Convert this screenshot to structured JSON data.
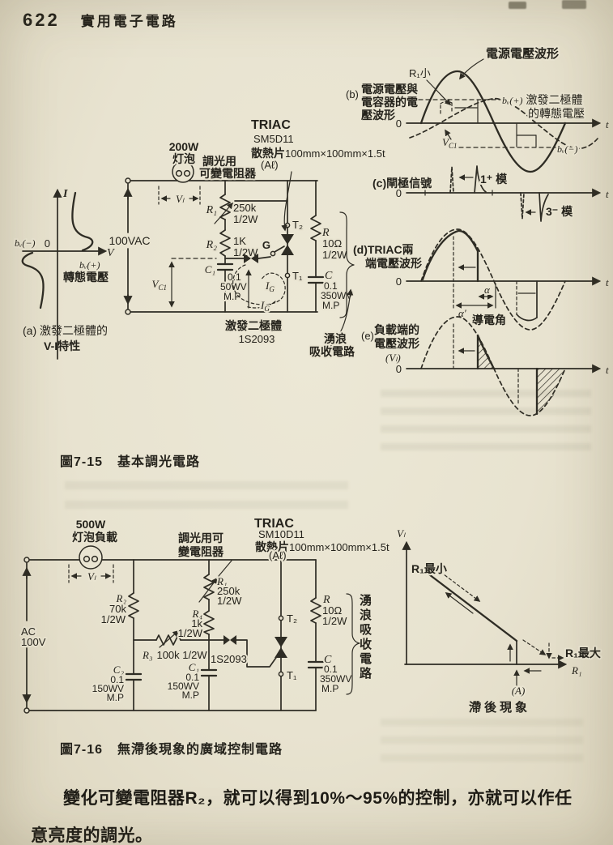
{
  "header": {
    "page_number": "622",
    "book_title": "實用電子電路"
  },
  "fig15": {
    "caption_label": "圖7-15",
    "caption_text": "基本調光電路",
    "graph_a": {
      "i_axis": "I",
      "v_axis": "V",
      "zero": "0",
      "bv_neg": "bᵥ(−)",
      "bv_pos": "bᵥ(+)",
      "bv_note": "轉態電壓",
      "caption_line1": "(a) 激發二極體的",
      "caption_line2": "V-I特性"
    },
    "circuit": {
      "source": "100VAC",
      "lamp_power": "200W",
      "lamp_name": "灯泡",
      "dimmer_line1": "調光用",
      "dimmer_line2": "可變電阻器",
      "vl": "Vₗ",
      "triac_title": "TRIAC",
      "triac_model": "SM5D11",
      "heatsink_cjk": "散熱片",
      "heatsink_dims": "100mm×100mm×1.5t",
      "heatsink_metal": "(Aℓ)",
      "r1": "R₁",
      "r1_val": "250k",
      "r1_w": "1/2W",
      "r2": "R₂",
      "r2_val": "1K",
      "r2_w": "1/2W",
      "c1": "C₁",
      "c1_val": "0.1",
      "c1_wv": "50WV",
      "c1_mp": "M.P",
      "vc1_base": "V",
      "vc1_sub": "C1",
      "gate": "G",
      "t2": "T₂",
      "t1": "T₁",
      "ig_base": "I",
      "ig_sub": "G",
      "snub_r": "R",
      "snub_r_val": "10Ω",
      "snub_r_w": "1/2W",
      "snub_c": "C",
      "snub_c_val": "0.1",
      "snub_c_wv": "350WV",
      "snub_c_mp": "M.P",
      "diac_name": "激發二極體",
      "diac_model": "1S2093",
      "surge_line1": "湧浪",
      "surge_line2": "吸收電路"
    },
    "wave_b": {
      "tag": "(b)",
      "label_line1": "電源電壓與",
      "label_line2": "電容器的電",
      "label_line3": "壓波形",
      "title": "電源電壓波形",
      "r1_small": "R₁小",
      "bv_pos": "bᵥ(+)",
      "bv_pos_cjk": "激發二極體",
      "bv_pos_line2": "的轉態電壓",
      "bv_neg": "bᵥ(−)",
      "vc1_base": "V",
      "vc1_sub": "C1",
      "zero": "0",
      "t": "t"
    },
    "wave_c": {
      "label": "(c)閘極信號",
      "mode_pos": "1⁺ 模",
      "mode_neg": "3⁻ 模",
      "zero": "0",
      "t": "t"
    },
    "wave_d": {
      "label_line1": "(d)TRIAC兩",
      "label_line2": "端電壓波形",
      "alpha_prime": "α′",
      "alpha": "α",
      "conduction": "導電角",
      "zero": "0",
      "t": "t"
    },
    "wave_e": {
      "tag": "(e)",
      "label_line1": "負載端的",
      "label_line2": "電壓波形",
      "label_line3": "(Vₗ)",
      "zero": "0",
      "t": "t"
    }
  },
  "fig16": {
    "caption_label": "圖7-16",
    "caption_text": "無滯後現象的廣域控制電路",
    "circuit": {
      "source_line1": "AC",
      "source_line2": "100V",
      "lamp_power": "500W",
      "lamp_name": "灯泡負載",
      "dimmer_line1": "調光用可",
      "dimmer_line2": "變電阻器",
      "vl": "Vₗ",
      "triac_title": "TRIAC",
      "triac_model": "SM10D11",
      "heatsink_cjk": "散熱片",
      "heatsink_dims": "100mm×100mm×1.5t",
      "heatsink_metal": "(Aℓ)",
      "r1": "R₁",
      "r1_val": "250k",
      "r1_w": "1/2W",
      "r2": "R₂",
      "r2_val": "70k",
      "r2_w": "1/2W",
      "r3": "R₃",
      "r3_val": "100k 1/2W",
      "r4": "R₄",
      "r4_val": "1k",
      "r4_w": "1/2W",
      "c1": "C₁",
      "c1_val": "0.1",
      "c1_wv": "150WV",
      "c1_mp": "M.P",
      "c2": "C₂",
      "c2_val": "0.1",
      "c2_wv": "150WV",
      "c2_mp": "M.P",
      "diac_model": "1S2093",
      "t2": "T₂",
      "t1": "T₁",
      "snub_r": "R",
      "snub_r_val": "10Ω",
      "snub_r_w": "1/2W",
      "snub_c": "C",
      "snub_c_val": "0.1",
      "snub_c_wv": "350WV",
      "snub_c_mp": "M.P",
      "surge_vertical": "湧浪吸收電路"
    },
    "hysteresis": {
      "y_axis": "Vₗ",
      "x_axis": "R₁",
      "r1_min": "R₁最小",
      "r1_max": "R₁最大",
      "point_a": "(A)",
      "caption": "滯後現象"
    }
  },
  "paragraph": {
    "line1": "變化可變電阻器R₂，就可以得到10%～95%的控制，亦就可以作任",
    "line2": "意亮度的調光。"
  }
}
